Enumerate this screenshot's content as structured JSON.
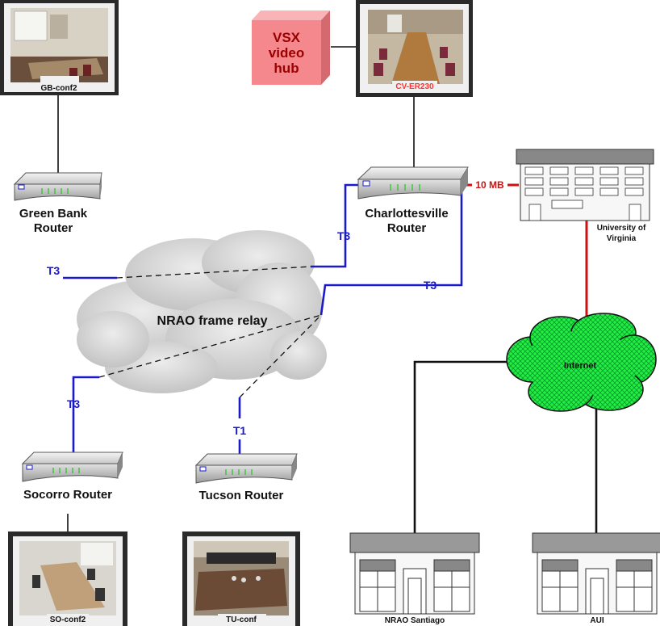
{
  "hub": {
    "line1": "VSX",
    "line2": "video",
    "line3": "hub"
  },
  "rooms": {
    "gb": "GB-conf2",
    "cv": "CV-ER230",
    "so": "SO-conf2",
    "tu": "TU-conf"
  },
  "routers": {
    "green_bank_line1": "Green Bank",
    "green_bank_line2": "Router",
    "charlottesville_line1": "Charlottesville",
    "charlottesville_line2": "Router",
    "socorro": "Socorro Router",
    "tucson": "Tucson Router"
  },
  "links": {
    "gb_t3": "T3",
    "cv_t3_upper": "T3",
    "cv_t3_lower": "T3",
    "so_t3": "T3",
    "tu_t1": "T1",
    "uva_10mb": "10 MB"
  },
  "cloud_label": "NRAO frame relay",
  "internet_label": "Internet",
  "uva": {
    "line1": "University of",
    "line2": "Virginia"
  },
  "buildings": {
    "santiago": "NRAO Santiago",
    "aui": "AUI"
  },
  "colors": {
    "link_blue": "#1a1acc",
    "link_red": "#cc1111",
    "hub_fill": "#f4888d",
    "hub_text": "#9b0000",
    "internet_fill": "#22ee44",
    "cloud_fill": "#d4d4d4",
    "frame_dark": "#2a2a2a",
    "room_label_red": "#ff3333"
  }
}
